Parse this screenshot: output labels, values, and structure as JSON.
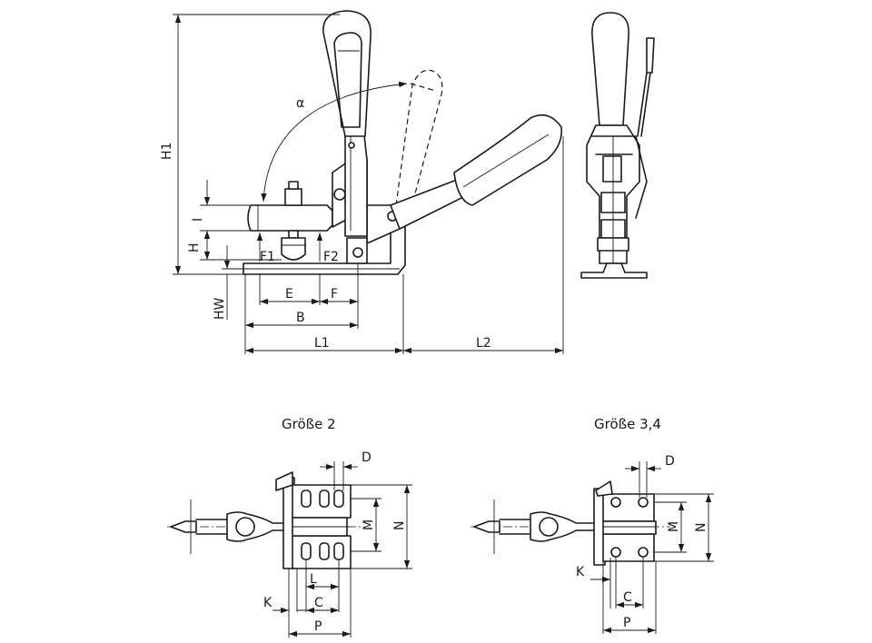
{
  "labels": {
    "H1": "H1",
    "I": "I",
    "H": "H",
    "HW": "HW",
    "F1": "F1",
    "F2": "F2",
    "E": "E",
    "F": "F",
    "B": "B",
    "L1": "L1",
    "L2": "L2",
    "alpha": "α"
  },
  "size2": {
    "title": "Größe 2",
    "D": "D",
    "M": "M",
    "N": "N",
    "L": "L",
    "K": "K",
    "C": "C",
    "P": "P"
  },
  "size34": {
    "title": "Größe 3,4",
    "D": "D",
    "M": "M",
    "N": "N",
    "K": "K",
    "C": "C",
    "P": "P"
  }
}
